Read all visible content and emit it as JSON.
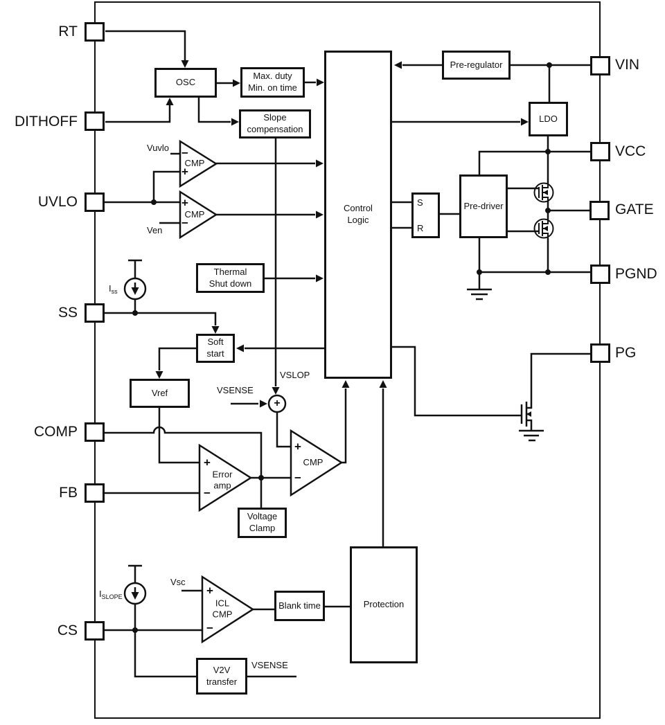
{
  "colors": {
    "line": "#111111",
    "background": "#ffffff"
  },
  "pins": {
    "left": [
      {
        "label": "RT"
      },
      {
        "label": "DITHOFF"
      },
      {
        "label": "UVLO"
      },
      {
        "label": "SS"
      },
      {
        "label": "COMP"
      },
      {
        "label": "FB"
      },
      {
        "label": "CS"
      }
    ],
    "right": [
      {
        "label": "VIN"
      },
      {
        "label": "VCC"
      },
      {
        "label": "GATE"
      },
      {
        "label": "PGND"
      },
      {
        "label": "PG"
      }
    ]
  },
  "blocks": {
    "osc": "OSC",
    "max_duty": [
      "Max. duty",
      "Min. on time"
    ],
    "slope_comp": [
      "Slope",
      "compensation"
    ],
    "pre_regulator": "Pre-regulator",
    "ldo": "LDO",
    "control_logic": [
      "Control",
      "Logic"
    ],
    "latch": {
      "s": "S",
      "r": "R"
    },
    "pre_driver": "Pre-driver",
    "thermal": [
      "Thermal",
      "Shut down"
    ],
    "soft_start": [
      "Soft",
      "start"
    ],
    "vref": "Vref",
    "voltage_clamp": [
      "Voltage",
      "Clamp"
    ],
    "blank_time": "Blank time",
    "protection": "Protection",
    "v2v": [
      "V2V",
      "transfer"
    ]
  },
  "comparators": {
    "uvlo_cmp": "CMP",
    "en_cmp": "CMP",
    "error_amp": [
      "Error",
      "amp"
    ],
    "pwm_cmp": "CMP",
    "icl_cmp": [
      "ICL",
      "CMP"
    ],
    "plus": "+",
    "minus": "−"
  },
  "signals": {
    "vuvlo": "Vuvlo",
    "ven": "Ven",
    "vslop": "VSLOP",
    "vsense": "VSENSE",
    "vsense_out": "VSENSE",
    "vsc": "Vsc",
    "iss_base": "I",
    "iss_sub": "ss",
    "islope_base": "I",
    "islope_sub": "SLOPE",
    "sum_plus": "+"
  }
}
